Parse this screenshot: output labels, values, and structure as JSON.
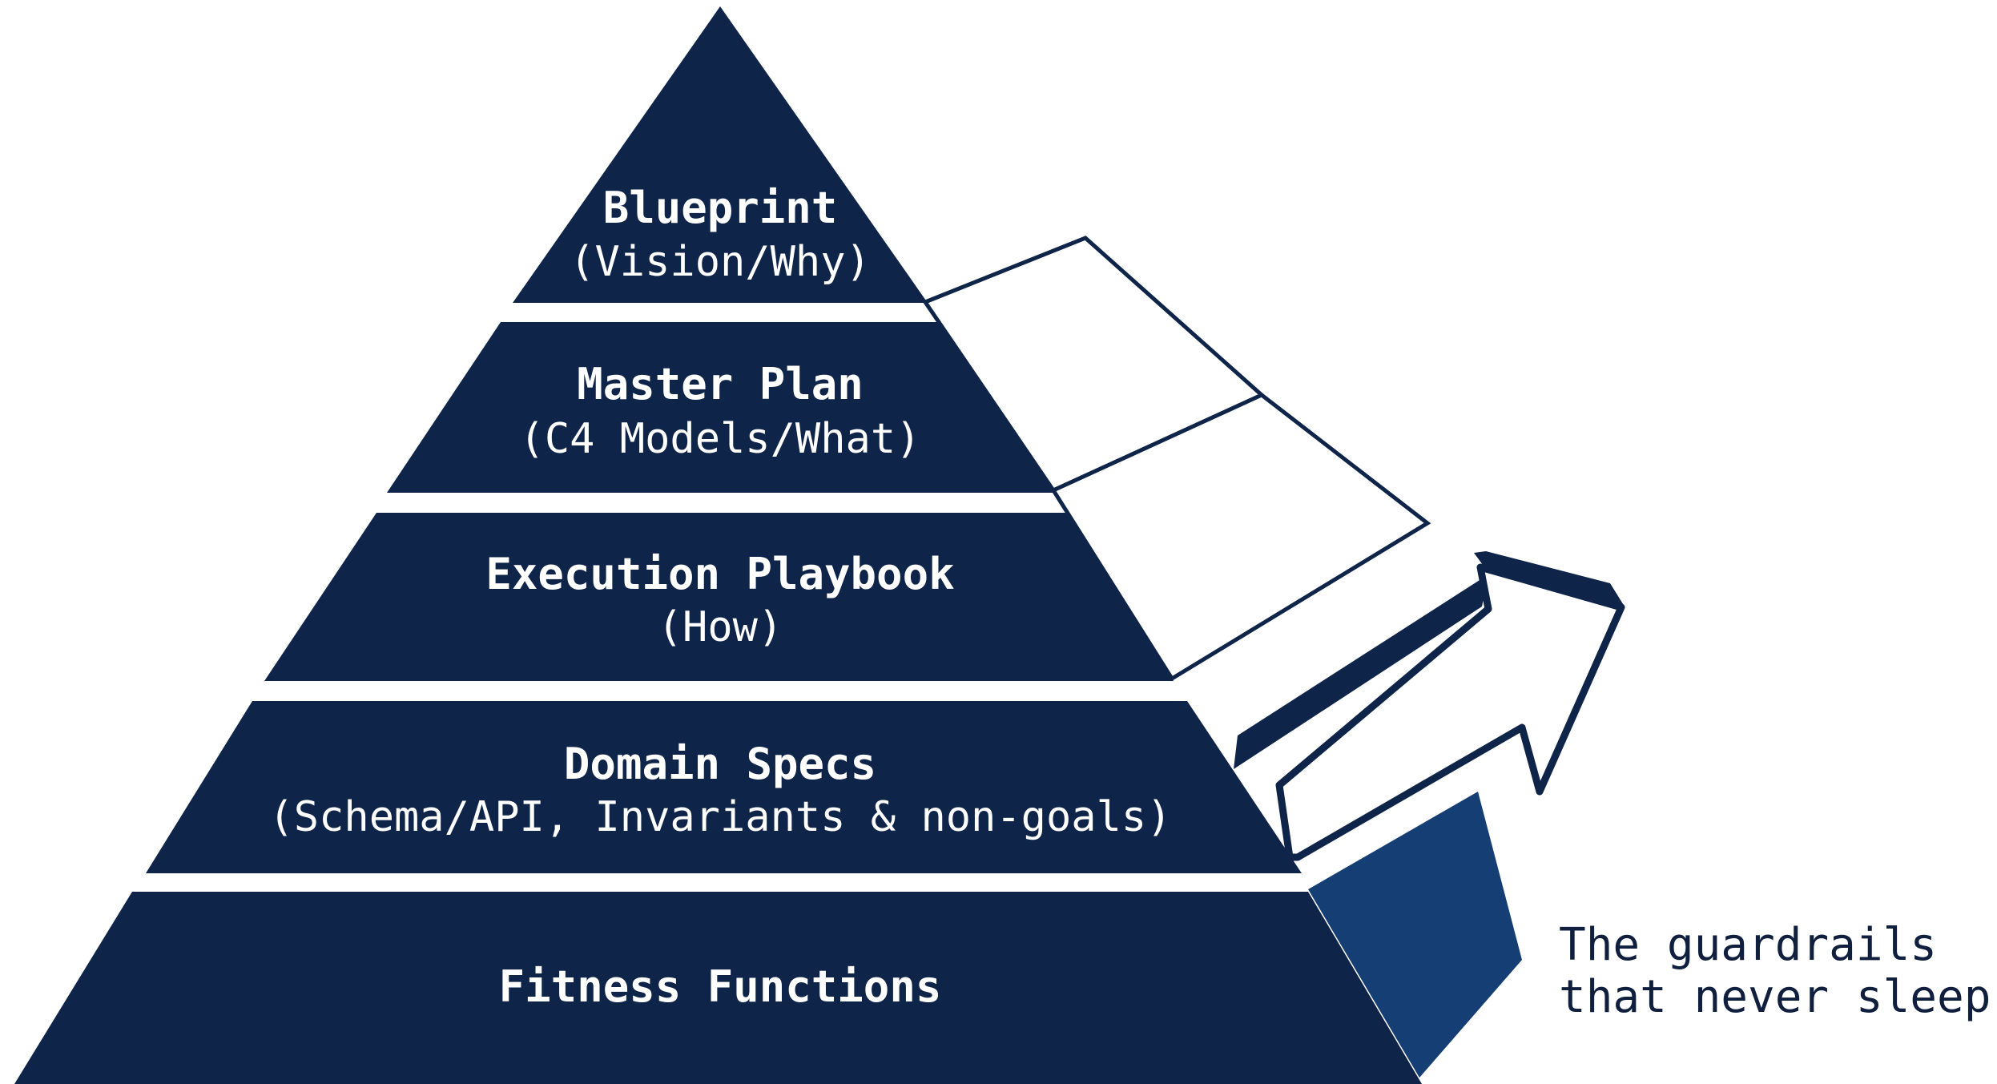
{
  "colors": {
    "tier_fill": "#0f2449",
    "side_face": "#143e74",
    "outline": "#0f2449",
    "background": "#ffffff",
    "text_on_tier": "#ffffff",
    "note_text": "#0f1f3d"
  },
  "tiers": [
    {
      "title": "Blueprint",
      "subtitle": "(Vision/Why)"
    },
    {
      "title": "Master Plan",
      "subtitle": "(C4 Models/What)"
    },
    {
      "title": "Execution Playbook",
      "subtitle": "(How)"
    },
    {
      "title": "Domain Specs",
      "subtitle": "(Schema/API, Invariants & non-goals)"
    },
    {
      "title": "Fitness Functions",
      "subtitle": ""
    }
  ],
  "note": {
    "lines": [
      "The guardrails",
      "that never sleep."
    ]
  },
  "arrow_icon": "up-right-arrow-icon"
}
